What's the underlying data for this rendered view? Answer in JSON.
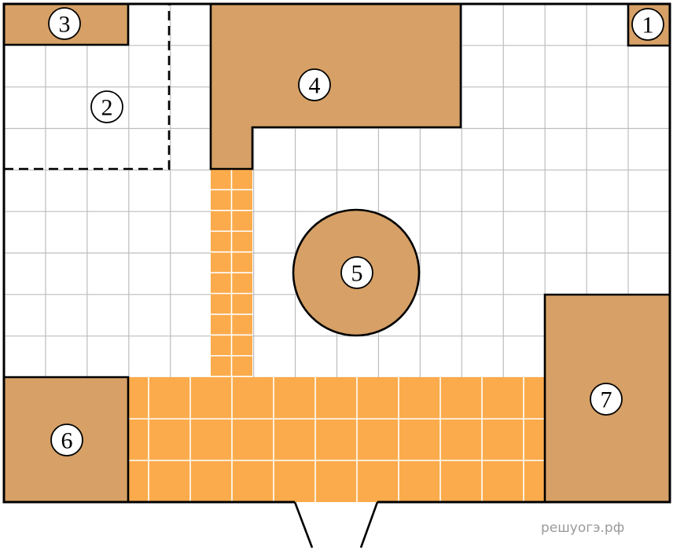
{
  "colors": {
    "building": "#d6a066",
    "path": "#fbab4c",
    "grid": "#bdbdbd",
    "outline": "#000000",
    "background": "#ffffff"
  },
  "labels": {
    "one": "1",
    "two": "2",
    "three": "3",
    "four": "4",
    "five": "5",
    "six": "6",
    "seven": "7"
  },
  "watermark": "решуогэ.рф"
}
